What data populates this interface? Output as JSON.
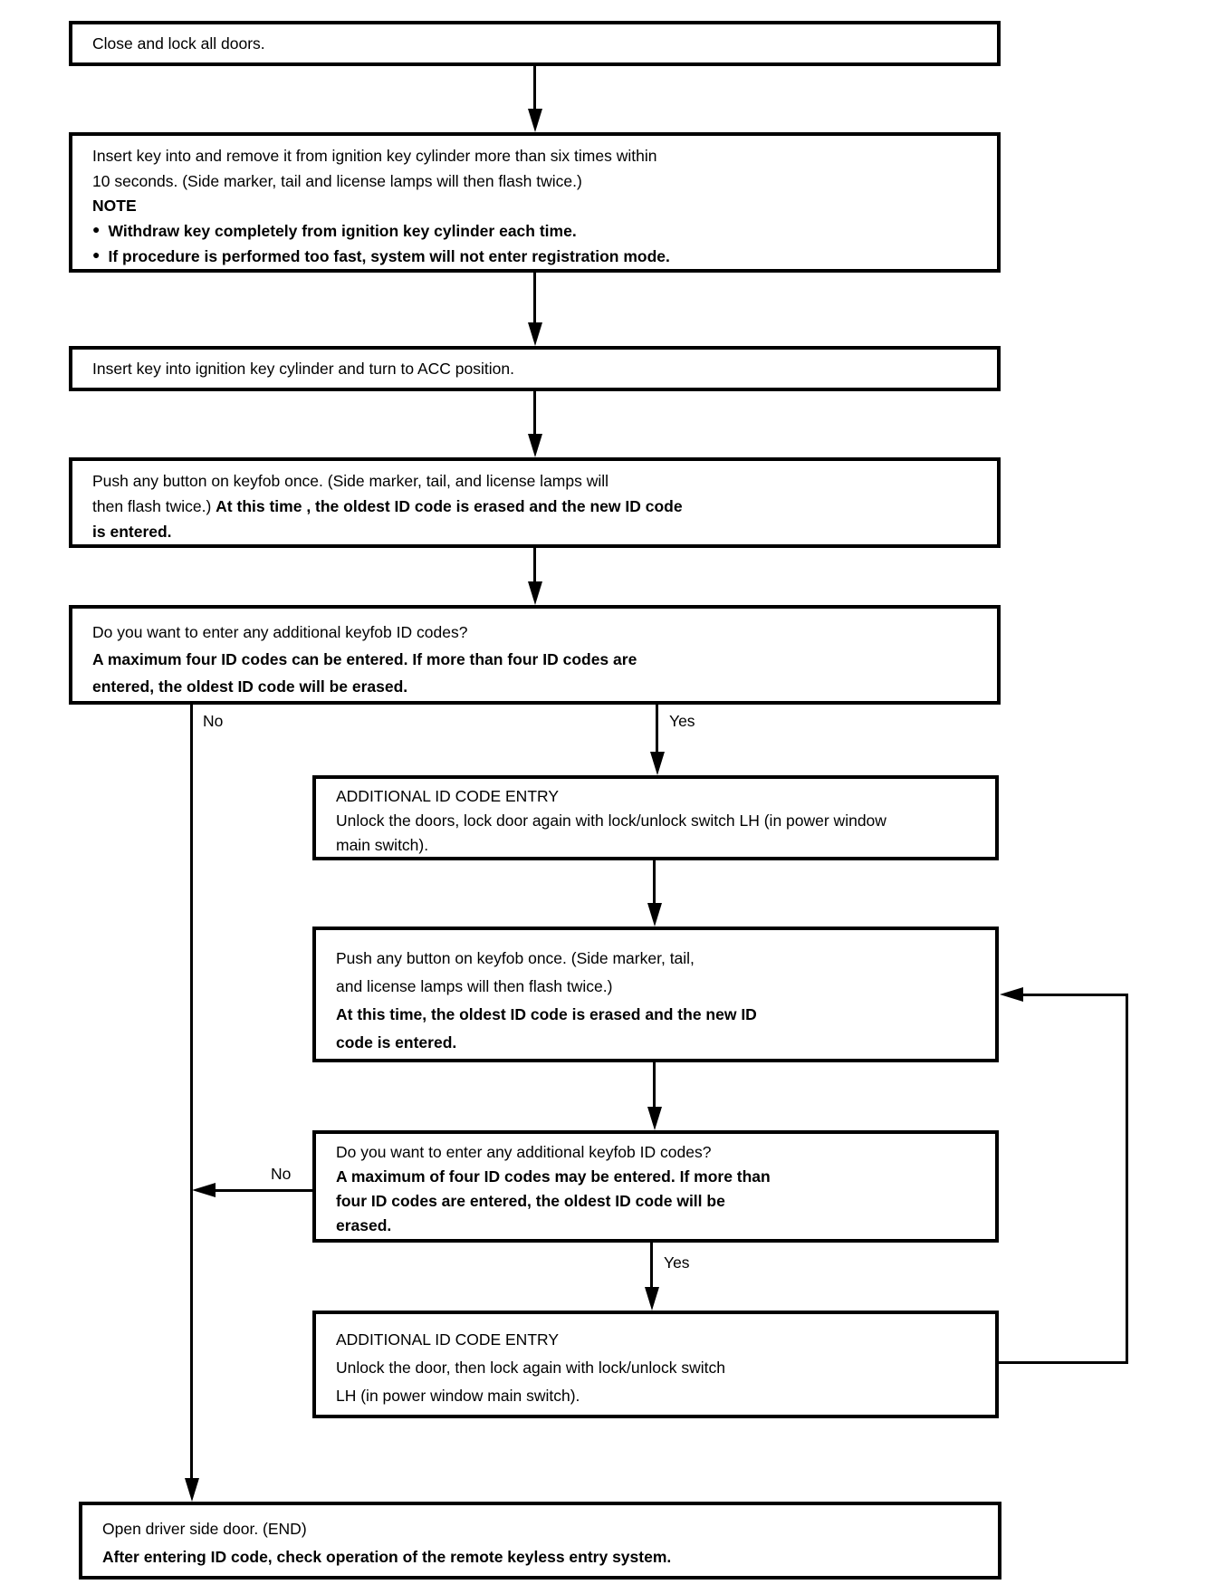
{
  "colors": {
    "ink": "#000000",
    "paper": "#ffffff"
  },
  "icons": {
    "bullet": "●"
  },
  "flowchart": {
    "box1": {
      "line1": "Close and lock all doors."
    },
    "box2": {
      "line1": "Insert key into and remove it from ignition key cylinder more than six times within",
      "line2": "10 seconds. (Side marker, tail and license lamps will then flash twice.)",
      "note": "NOTE",
      "bullet1": "Withdraw key completely from ignition key cylinder each time.",
      "bullet2": "If procedure is performed too fast, system will not enter registration mode."
    },
    "box3": {
      "line1": "Insert key into ignition key cylinder and turn to ACC position."
    },
    "box4": {
      "line1": "Push any button on keyfob once. (Side marker, tail, and license lamps will",
      "line2a": "then flash twice.) ",
      "line2b": "At this time , the oldest ID code is erased and the new ID code",
      "line3": "is entered."
    },
    "box5": {
      "line1": "Do you want to enter any additional keyfob ID codes?",
      "line2": "A maximum four ID codes can be entered. If more than four ID codes are",
      "line3": "entered, the oldest ID code will be erased."
    },
    "box6": {
      "line1": "ADDITIONAL ID CODE ENTRY",
      "line2": "Unlock the doors, lock door again with lock/unlock switch LH (in power window",
      "line3": "main switch)."
    },
    "box7": {
      "line1": "Push any button on keyfob once. (Side marker, tail,",
      "line2": "and license lamps will then flash twice.)",
      "line3": "At this time, the oldest ID code is erased and the new ID",
      "line4": "code is entered."
    },
    "box8": {
      "line1": "Do you want to enter any additional keyfob ID codes?",
      "line2": "A maximum of four ID codes may be entered. If more than",
      "line3": "four ID codes are entered, the oldest ID code will be",
      "line4": "erased."
    },
    "box9": {
      "line1": "ADDITIONAL ID CODE ENTRY",
      "line2": "Unlock the door, then lock again with lock/unlock switch",
      "line3": "LH (in power window main switch)."
    },
    "box10": {
      "line1": "Open driver side door. (END)",
      "line2": "After entering ID code, check operation of the remote keyless entry system."
    },
    "labels": {
      "decision1_no": "No",
      "decision1_yes": "Yes",
      "decision2_no": "No",
      "decision2_yes": "Yes"
    }
  }
}
